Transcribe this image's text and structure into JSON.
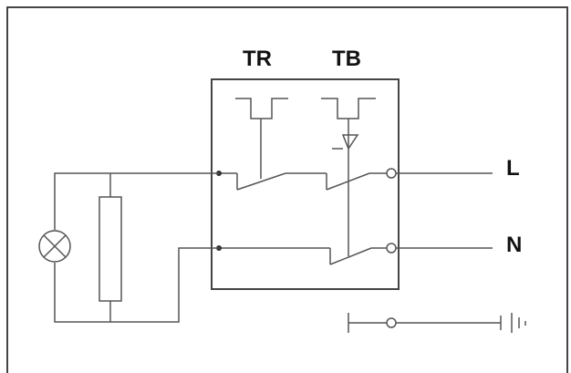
{
  "labels": {
    "tr": "TR",
    "tb": "TB",
    "line": "L",
    "neutral": "N"
  },
  "colors": {
    "wire": "#555555",
    "frame": "#444444",
    "text": "#111111"
  },
  "symbols": {
    "lamp": "indicator-lamp-icon",
    "heater": "resistor-icon",
    "ground": "earth-ground-icon"
  }
}
